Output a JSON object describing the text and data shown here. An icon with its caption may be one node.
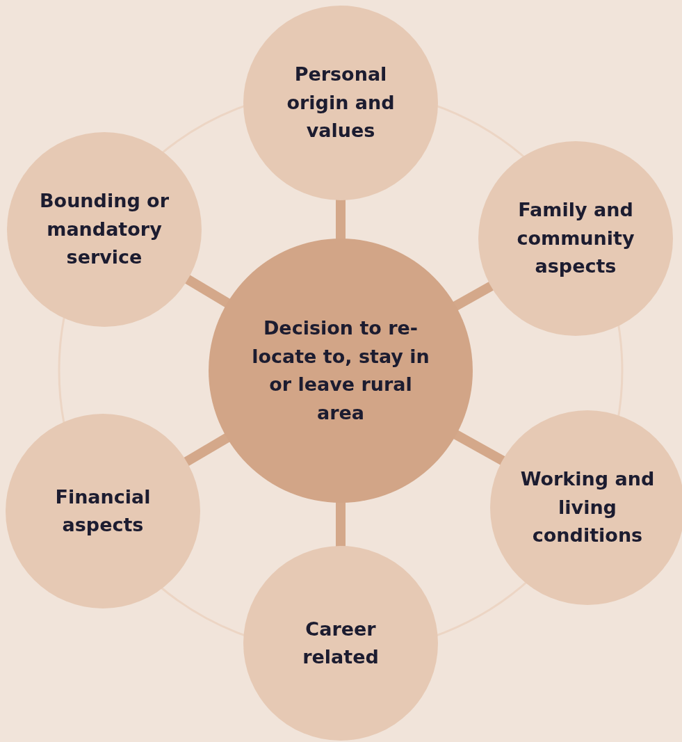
{
  "diagram": {
    "nodes": [
      {
        "text": [
          "Decision to re-locate to, stay in or leave rural area"
        ]
      },
      {
        "text": [
          "Personal origin and values"
        ]
      },
      {
        "text": [
          "Family and community aspects"
        ]
      },
      {
        "text": [
          "Working and living conditions"
        ]
      },
      {
        "text": [
          "Career related"
        ]
      },
      {
        "text": [
          "Financial aspects"
        ]
      },
      {
        "text": [
          "Bounding or mandatory service"
        ]
      }
    ],
    "edges": [
      {
        "from": 0,
        "to": 1,
        "arrow": "none"
      },
      {
        "from": 0,
        "to": 2,
        "arrow": "none"
      },
      {
        "from": 0,
        "to": 3,
        "arrow": "none"
      },
      {
        "from": 0,
        "to": 4,
        "arrow": "none"
      },
      {
        "from": 0,
        "to": 5,
        "arrow": "none"
      },
      {
        "from": 0,
        "to": 6,
        "arrow": "none"
      }
    ]
  }
}
